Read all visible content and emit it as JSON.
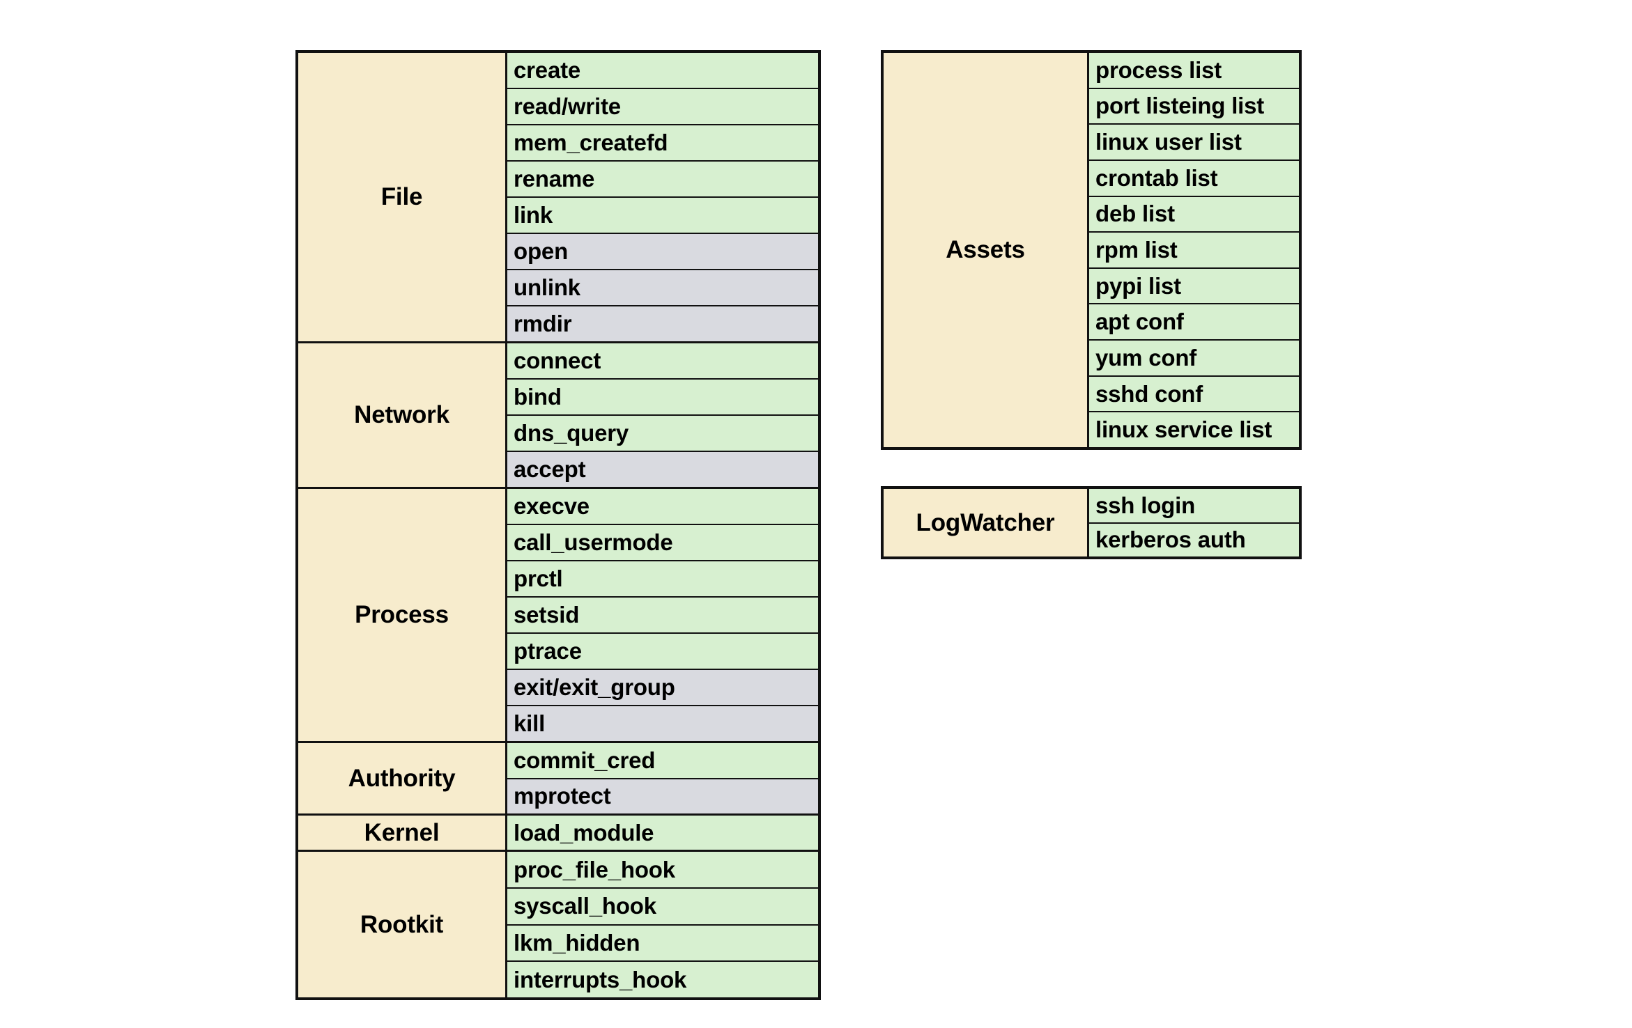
{
  "colors": {
    "category_fill": "#F7ECCD",
    "item_fill_primary": "#D7F0D0",
    "item_fill_secondary": "#D9DAE0",
    "border": "#111111",
    "background": "#FFFFFF",
    "text": "#000000"
  },
  "tables": [
    {
      "id": "syscall-table",
      "name": "syscall-event-table",
      "groups": [
        {
          "label": "File",
          "items": [
            {
              "label": "create",
              "tone": "green"
            },
            {
              "label": "read/write",
              "tone": "green"
            },
            {
              "label": "mem_createfd",
              "tone": "green"
            },
            {
              "label": "rename",
              "tone": "green"
            },
            {
              "label": "link",
              "tone": "green"
            },
            {
              "label": "open",
              "tone": "grey"
            },
            {
              "label": "unlink",
              "tone": "grey"
            },
            {
              "label": "rmdir",
              "tone": "grey"
            }
          ]
        },
        {
          "label": "Network",
          "items": [
            {
              "label": "connect",
              "tone": "green"
            },
            {
              "label": "bind",
              "tone": "green"
            },
            {
              "label": "dns_query",
              "tone": "green"
            },
            {
              "label": "accept",
              "tone": "grey"
            }
          ]
        },
        {
          "label": "Process",
          "items": [
            {
              "label": "execve",
              "tone": "green"
            },
            {
              "label": "call_usermode",
              "tone": "green"
            },
            {
              "label": "prctl",
              "tone": "green"
            },
            {
              "label": "setsid",
              "tone": "green"
            },
            {
              "label": "ptrace",
              "tone": "green"
            },
            {
              "label": "exit/exit_group",
              "tone": "grey"
            },
            {
              "label": "kill",
              "tone": "grey"
            }
          ]
        },
        {
          "label": "Authority",
          "items": [
            {
              "label": "commit_cred",
              "tone": "green"
            },
            {
              "label": "mprotect",
              "tone": "grey"
            }
          ]
        },
        {
          "label": "Kernel",
          "items": [
            {
              "label": "load_module",
              "tone": "green"
            }
          ]
        },
        {
          "label": "Rootkit",
          "items": [
            {
              "label": "proc_file_hook",
              "tone": "green"
            },
            {
              "label": "syscall_hook",
              "tone": "green"
            },
            {
              "label": "lkm_hidden",
              "tone": "green"
            },
            {
              "label": "interrupts_hook",
              "tone": "green"
            }
          ]
        }
      ]
    },
    {
      "id": "assets-table",
      "name": "assets-table",
      "groups": [
        {
          "label": "Assets",
          "items": [
            {
              "label": "process list",
              "tone": "green"
            },
            {
              "label": "port listeing list",
              "tone": "green"
            },
            {
              "label": "linux user list",
              "tone": "green"
            },
            {
              "label": "crontab list",
              "tone": "green"
            },
            {
              "label": "deb list",
              "tone": "green"
            },
            {
              "label": "rpm list",
              "tone": "green"
            },
            {
              "label": "pypi list",
              "tone": "green"
            },
            {
              "label": "apt conf",
              "tone": "green"
            },
            {
              "label": "yum conf",
              "tone": "green"
            },
            {
              "label": "sshd conf",
              "tone": "green"
            },
            {
              "label": "linux service list",
              "tone": "green"
            }
          ]
        }
      ]
    },
    {
      "id": "logwatcher-table",
      "name": "logwatcher-table",
      "groups": [
        {
          "label": "LogWatcher",
          "items": [
            {
              "label": "ssh login",
              "tone": "green"
            },
            {
              "label": "kerberos auth",
              "tone": "green"
            }
          ]
        }
      ]
    }
  ]
}
